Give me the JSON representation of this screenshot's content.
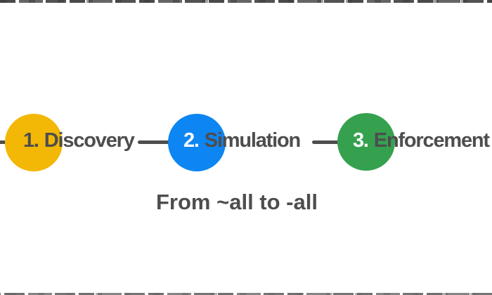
{
  "slide": {
    "caption": "From ~all to -all",
    "background_color": "#ffffff",
    "text_color": "#4d4d4d"
  },
  "timeline": {
    "connector_color": "#4d4d4d",
    "steps": [
      {
        "number_label": "1.",
        "title": "Discovery",
        "circle_color": "#f3b705",
        "number_color": "#4d4d4d"
      },
      {
        "number_label": "2.",
        "title": "Simulation",
        "circle_color": "#0d85f2",
        "number_color": "#ffffff"
      },
      {
        "number_label": "3.",
        "title": "Enforcement",
        "circle_color": "#35a14f",
        "number_color": "#ffffff"
      }
    ]
  },
  "edge_artifacts": {
    "color": "#3a3a3a"
  }
}
